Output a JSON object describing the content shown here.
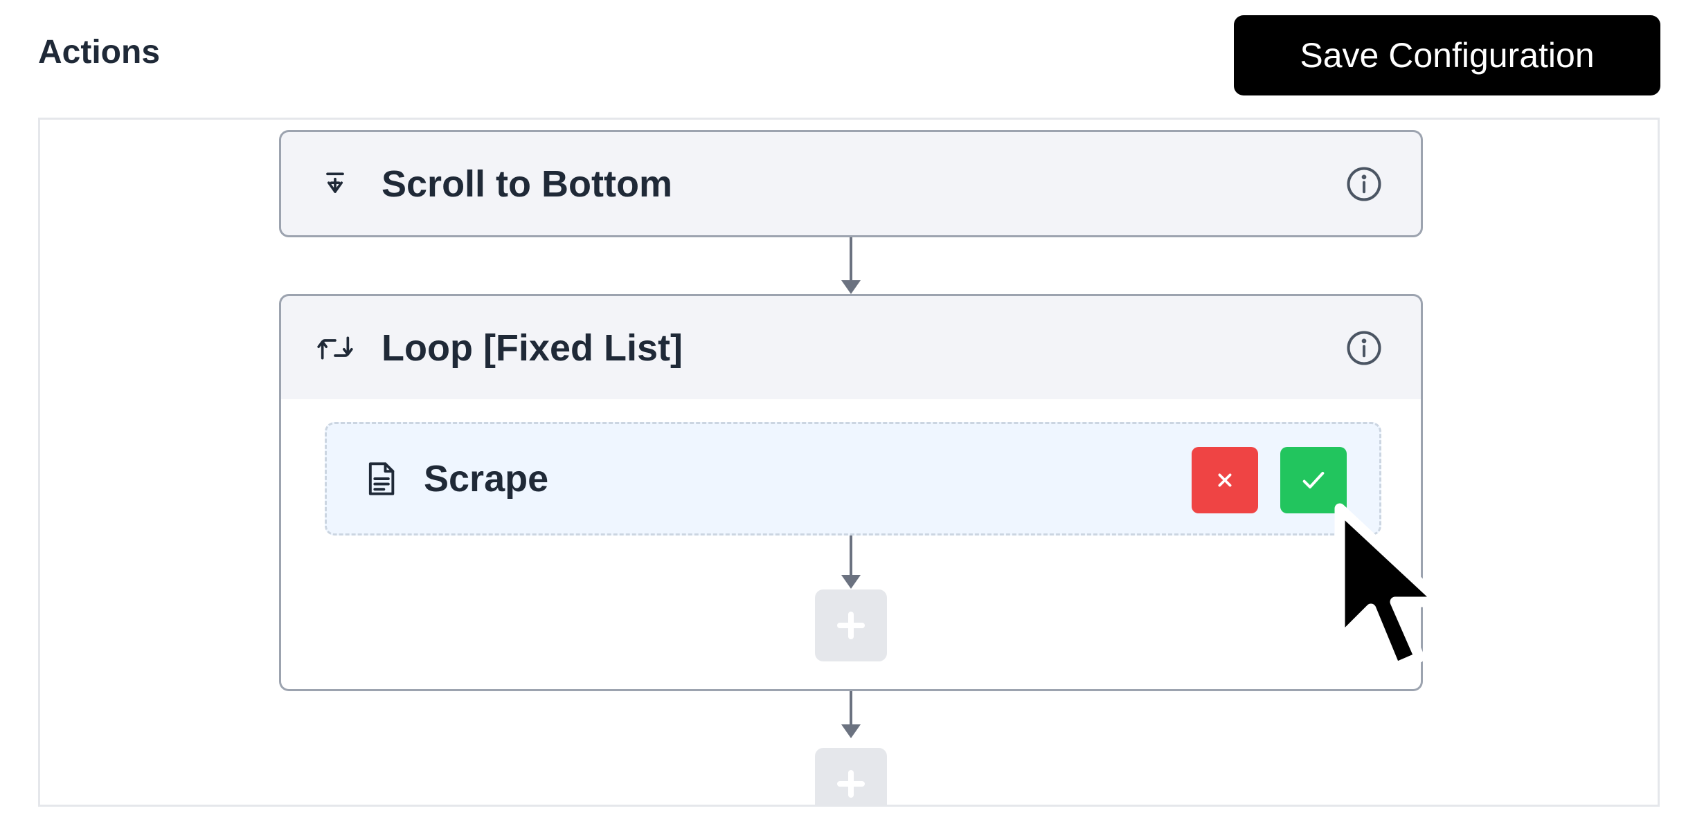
{
  "header": {
    "title": "Actions",
    "save_label": "Save Configuration"
  },
  "workflow": {
    "steps": [
      {
        "label": "Scroll to Bottom",
        "icon": "scroll-down-icon"
      },
      {
        "label": "Loop [Fixed List]",
        "icon": "loop-icon"
      }
    ],
    "loop_children": [
      {
        "label": "Scrape",
        "icon": "document-icon",
        "state": "editing"
      }
    ]
  },
  "colors": {
    "save_bg": "#000000",
    "step_bg": "#f3f4f8",
    "editing_bg": "#eff6ff",
    "cancel": "#ef4444",
    "confirm": "#22c55e",
    "connector": "#6b7280",
    "add_bg": "#e5e7eb"
  }
}
